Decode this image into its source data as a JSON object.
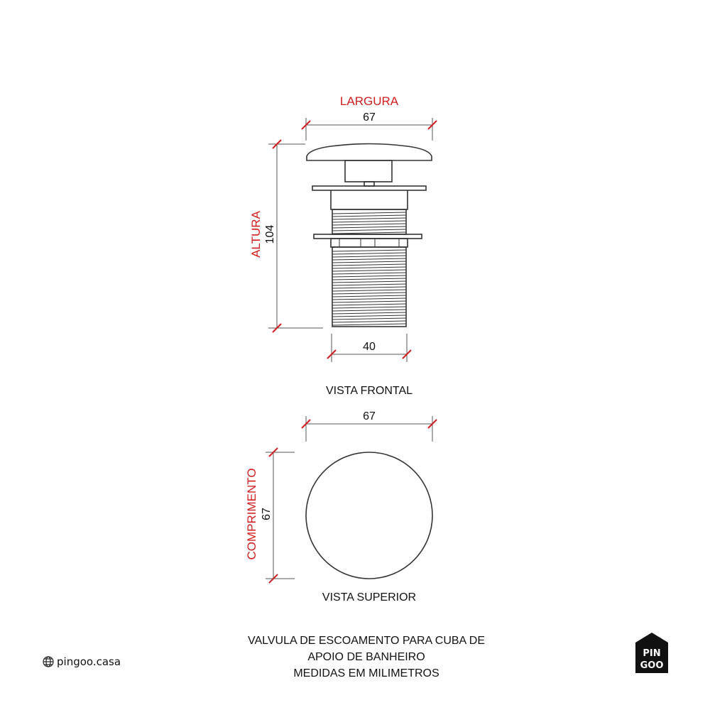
{
  "front_view": {
    "width_label": "LARGURA",
    "width_value": "67",
    "height_label": "ALTURA",
    "height_value": "104",
    "body_width_value": "40",
    "caption": "VISTA FRONTAL"
  },
  "top_view": {
    "width_value": "67",
    "length_label": "COMPRIMENTO",
    "length_value": "67",
    "caption": "VISTA SUPERIOR"
  },
  "footer": {
    "title_line_1": "VALVULA DE ESCOAMENTO PARA CUBA DE",
    "title_line_2": "APOIO DE BANHEIRO",
    "title_line_3": "MEDIDAS EM MILIMETROS",
    "website": "pingoo.casa",
    "logo_line_1": "PIN",
    "logo_line_2": "GOO"
  },
  "colors": {
    "dimension_red": "#d21e1e",
    "line_black": "#111111"
  },
  "icons": [
    "globe-icon",
    "pingoo-house-logo"
  ]
}
